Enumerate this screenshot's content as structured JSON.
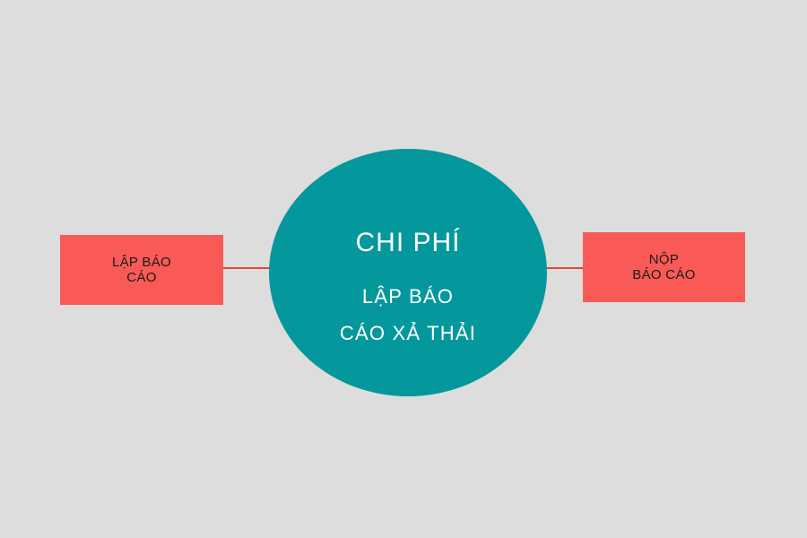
{
  "colors": {
    "background": "#dddddd",
    "box_fill": "#fa5a57",
    "circle_fill": "#04979c",
    "connector": "#e8452f"
  },
  "left_box": {
    "lines": [
      "LẬP BÁO",
      "CÁO"
    ]
  },
  "right_box": {
    "lines": [
      "NỘP",
      "BÁO CÁO"
    ]
  },
  "center": {
    "title": "CHI PHÍ",
    "subtitle_lines": [
      "LẬP BÁO",
      "CÁO XẢ THẢI"
    ]
  }
}
